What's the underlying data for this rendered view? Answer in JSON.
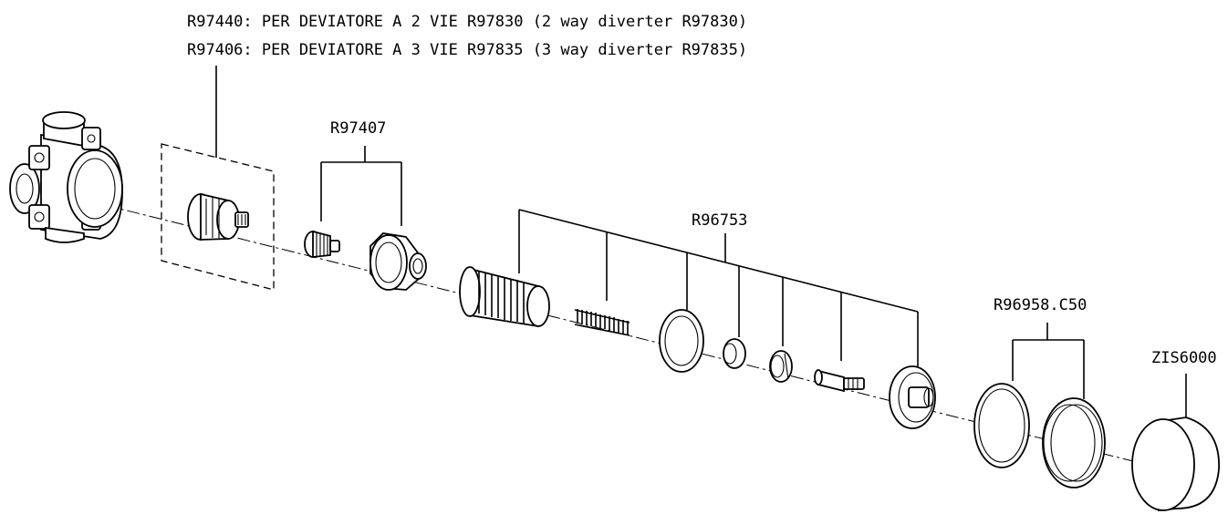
{
  "header": {
    "line1": "R97440: PER DEVIATORE A 2 VIE R97830 (2 way diverter R97830)",
    "line2": "R97406: PER DEVIATORE A 3 VIE R97835 (3 way diverter R97835)"
  },
  "callouts": {
    "r97407": "R97407",
    "r96753": "R96753",
    "r96958": "R96958.C50",
    "zis6000": "ZIS6000"
  }
}
